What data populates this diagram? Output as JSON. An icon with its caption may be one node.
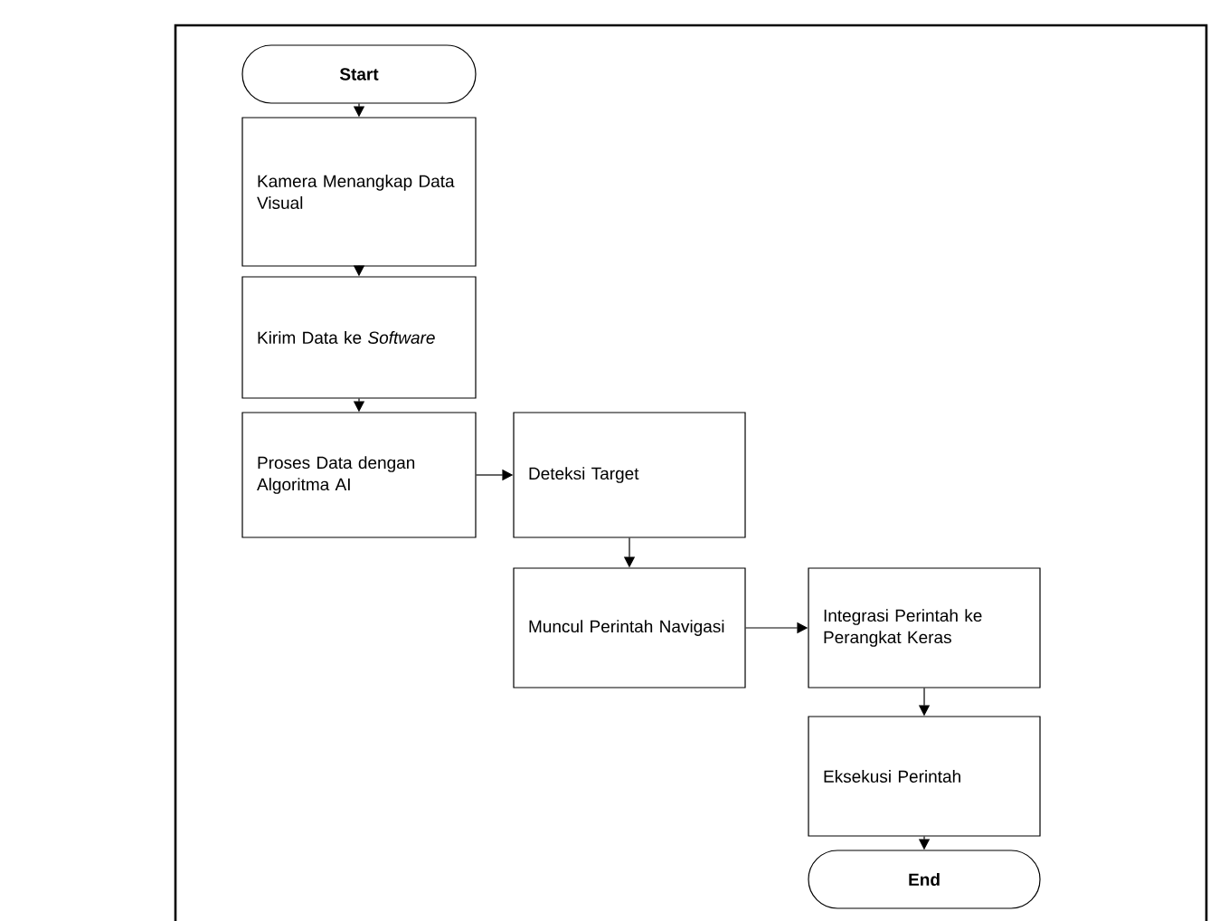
{
  "diagram": {
    "nodes": [
      {
        "text": [
          "**Start**"
        ]
      },
      {
        "text": [
          "Kamera Menangkap Data Visual"
        ]
      },
      {
        "text": [
          "Kirim Data ke *Software*"
        ]
      },
      {
        "text": [
          "Proses Data dengan Algoritma AI"
        ]
      },
      {
        "text": [
          "Deteksi Target"
        ]
      },
      {
        "text": [
          "Muncul Perintah Navigasi"
        ]
      },
      {
        "text": [
          "Integrasi Perintah ke Perangkat Keras"
        ]
      },
      {
        "text": [
          "Eksekusi Perintah"
        ]
      },
      {
        "text": [
          "**End**"
        ]
      }
    ],
    "edges": [
      {
        "from": 0,
        "to": 1,
        "arrow": "to"
      },
      {
        "from": 1,
        "to": 2,
        "arrow": "to"
      },
      {
        "from": 2,
        "to": 3,
        "arrow": "to"
      },
      {
        "from": 3,
        "to": 4,
        "arrow": "to"
      },
      {
        "from": 4,
        "to": 5,
        "arrow": "to"
      },
      {
        "from": 5,
        "to": 6,
        "arrow": "to"
      },
      {
        "from": 6,
        "to": 7,
        "arrow": "to"
      },
      {
        "from": 7,
        "to": 8,
        "arrow": "to"
      }
    ]
  }
}
